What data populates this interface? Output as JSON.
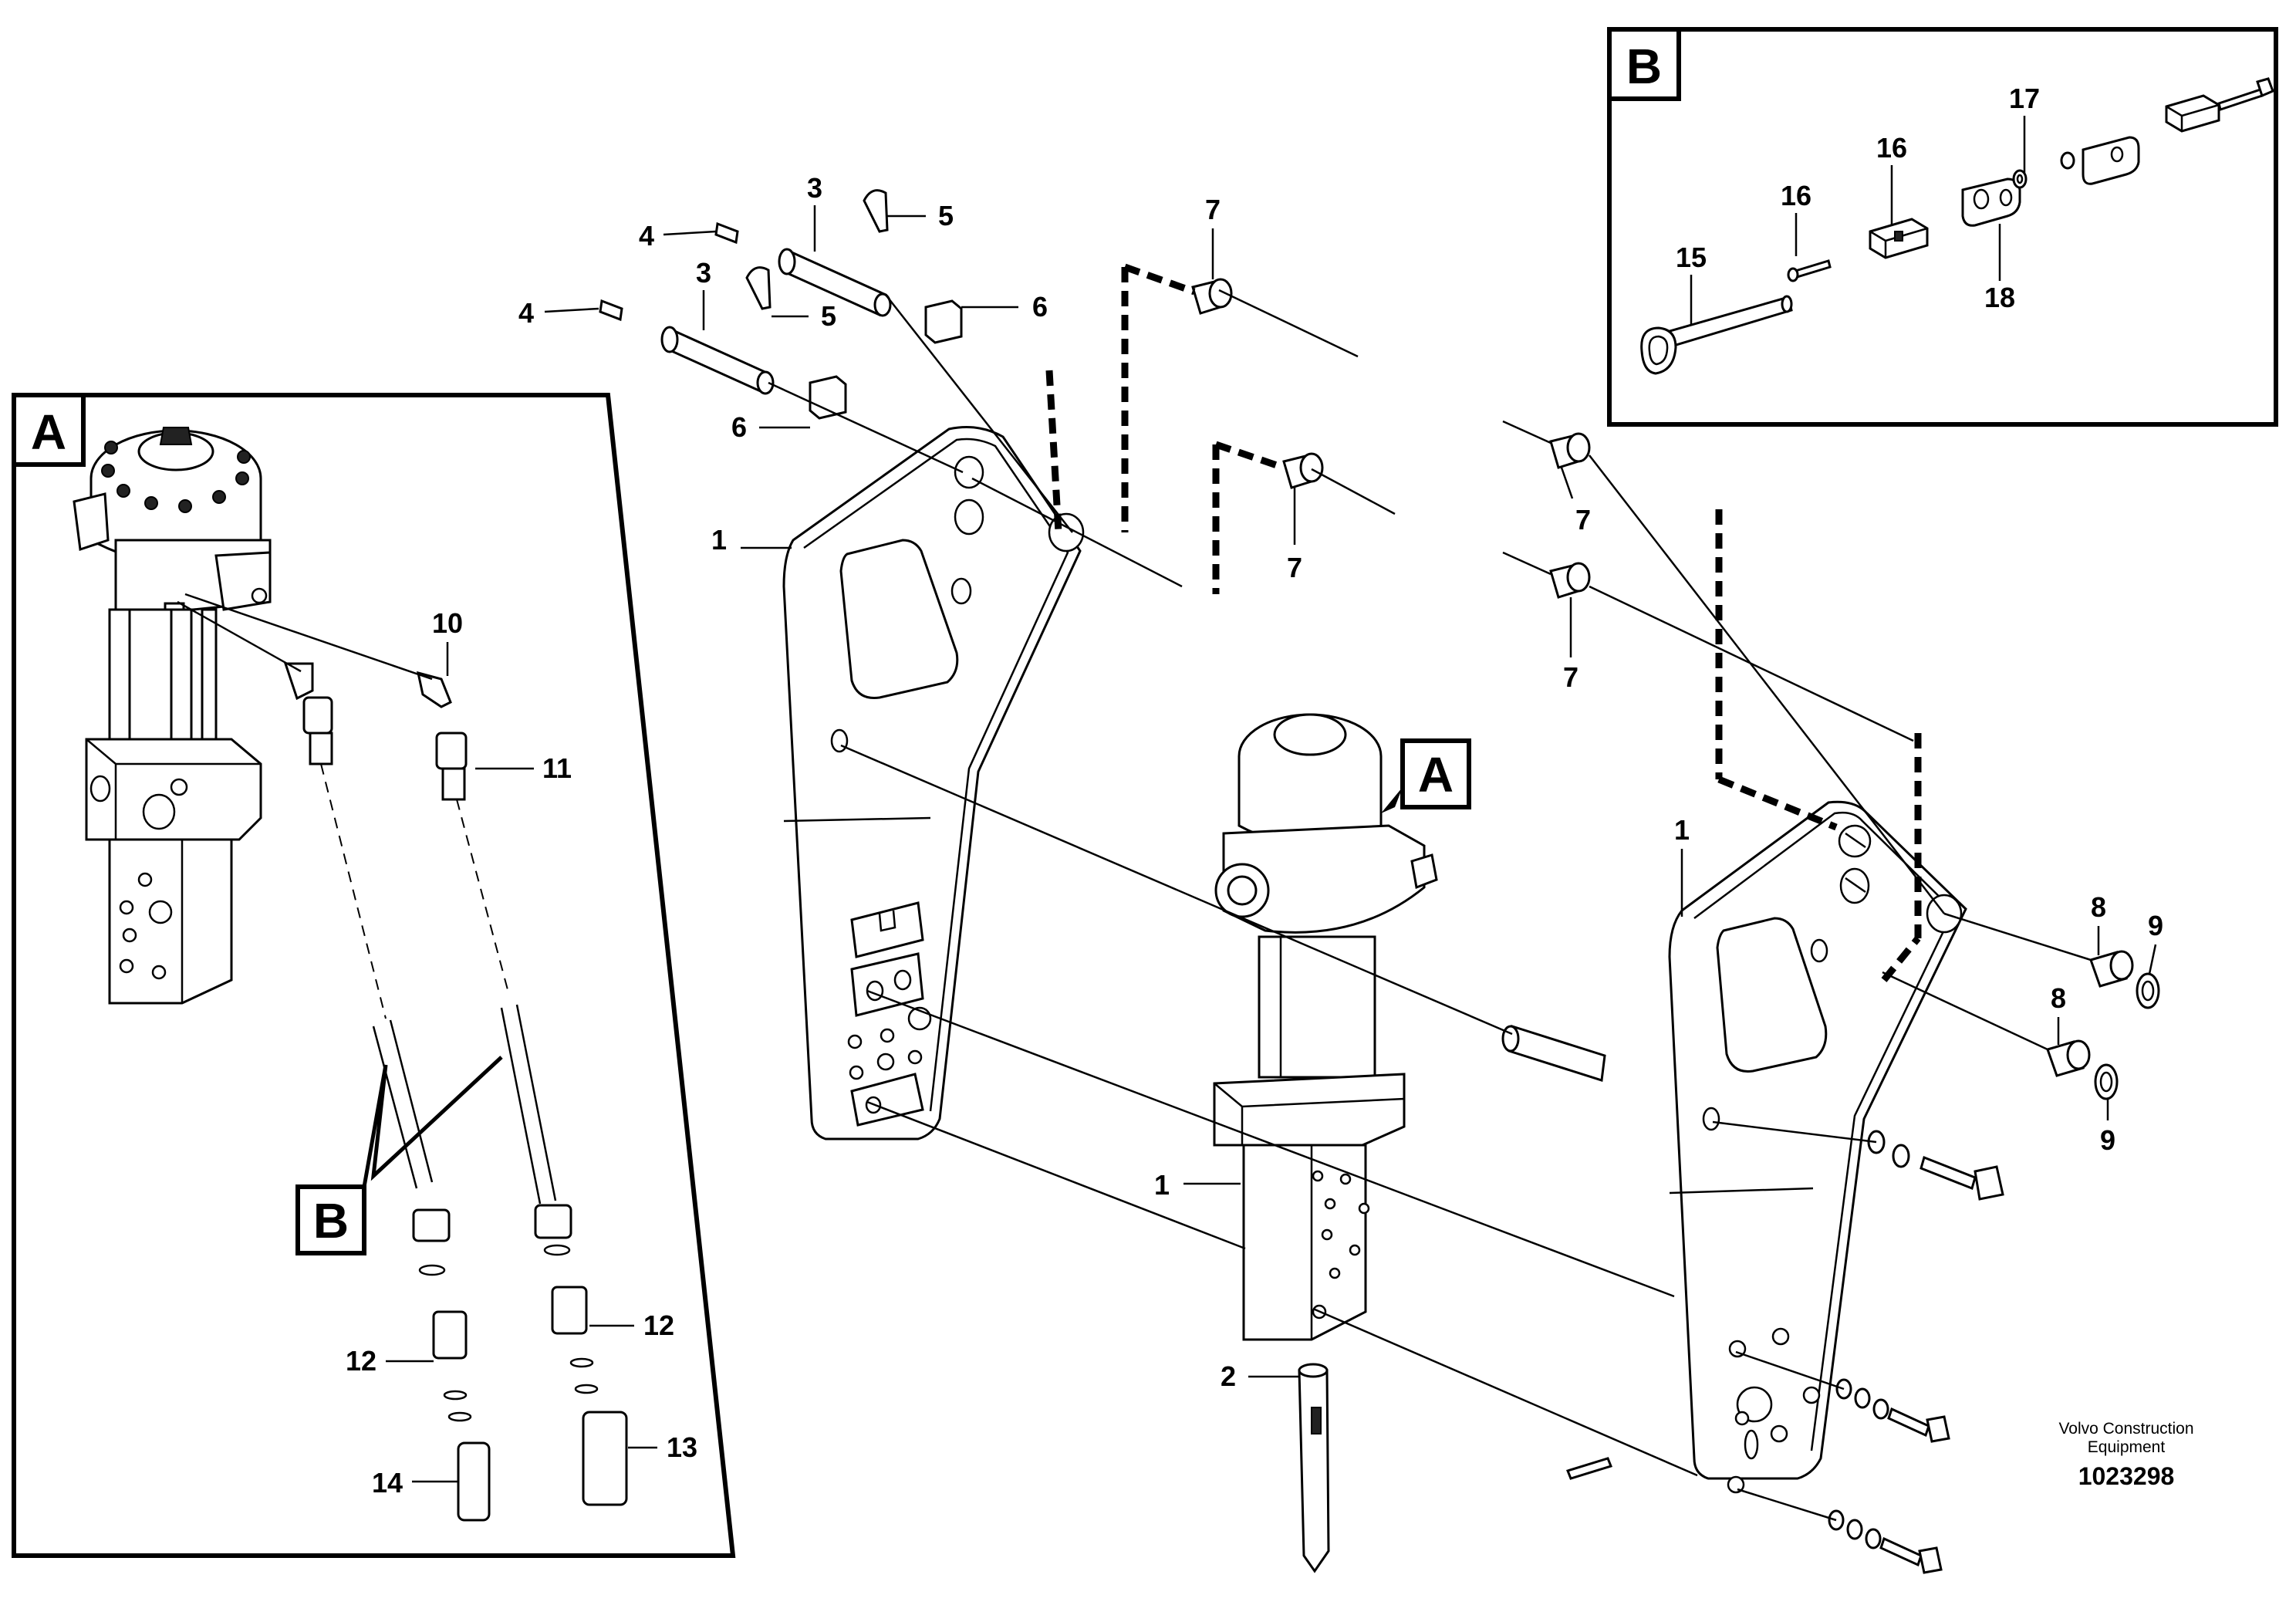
{
  "title": "",
  "callouts": {
    "c1a": "1",
    "c1b": "1",
    "c1c": "1",
    "c2": "2",
    "c3a": "3",
    "c3b": "3",
    "c4a": "4",
    "c4b": "4",
    "c5a": "5",
    "c5b": "5",
    "c6a": "6",
    "c6b": "6",
    "c7a": "7",
    "c7b": "7",
    "c7c": "7",
    "c7d": "7",
    "c8a": "8",
    "c8b": "8",
    "c9a": "9",
    "c9b": "9",
    "c10": "10",
    "c11": "11",
    "c12a": "12",
    "c12b": "12",
    "c13": "13",
    "c14": "14",
    "c15": "15",
    "c16a": "16",
    "c16b": "16",
    "c17": "17",
    "c18": "18"
  },
  "detail_boxes": {
    "detail_a_label": "A",
    "detail_b_label": "B",
    "ref_a_label": "A",
    "ref_b_label": "B"
  },
  "footer": {
    "brand_line1": "Volvo Construction",
    "brand_line2": "Equipment",
    "doc_number": "1023298"
  }
}
